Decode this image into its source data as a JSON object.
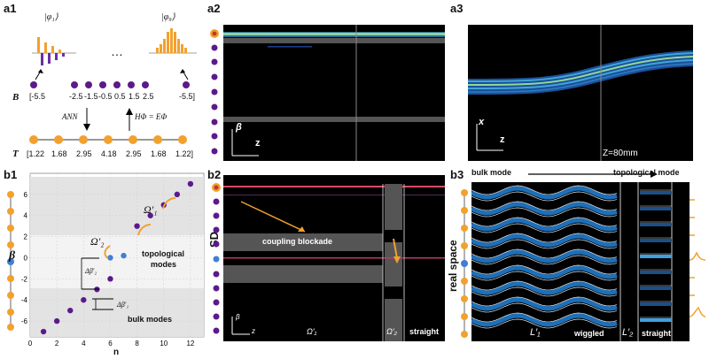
{
  "panels": {
    "a1": "a1",
    "a2": "a2",
    "a3": "a3",
    "b1": "b1",
    "b2": "b2",
    "b3": "b3"
  },
  "a1": {
    "phi1": "|φ₁⟩",
    "phi9": "|φ₉⟩",
    "ellipsis": "…",
    "row_b": "B",
    "b_values": [
      "[-5.5",
      "-2.5",
      "-1.5",
      "-0.5",
      "0.5",
      "1.5",
      "2.5",
      "-5.5]"
    ],
    "ann": "ANN",
    "eq": "HΦ = EΦ",
    "row_t": "T",
    "t_values": [
      "[1.22",
      "1.68",
      "2.95",
      "4.18",
      "2.95",
      "1.68",
      "1.22]"
    ]
  },
  "a2": {
    "beta": "β",
    "z": "z"
  },
  "a3": {
    "x": "x",
    "z": "z",
    "zlabel": "Z=80mm"
  },
  "b1": {
    "ylabel": "β",
    "xlabel": "n",
    "omega1": "Ω′₁",
    "omega2": "Ω′₂",
    "dbeta2": "Δβ′₂",
    "dbeta1": "Δβ′₁",
    "topo": "topological",
    "modes": "modes",
    "bulk": "bulk modes",
    "yticks": [
      "6",
      "4",
      "2",
      "0",
      "-2",
      "-4",
      "-6"
    ],
    "xticks": [
      "0",
      "2",
      "4",
      "6",
      "8",
      "10",
      "12"
    ]
  },
  "b2": {
    "sd": "SD",
    "blockade": "coupling blockade",
    "beta": "β",
    "z": "z",
    "omega1": "Ω′₁",
    "omega2": "Ω′₂",
    "straight": "straight"
  },
  "b3": {
    "bulk": "bulk mode",
    "topo": "topological mode",
    "real": "real space",
    "l1": "L′₁",
    "wiggled": "wiggled",
    "l2": "L′₂",
    "straight": "straight"
  },
  "chart_data": {
    "type": "scatter",
    "xlabel": "n",
    "ylabel": "β",
    "xlim": [
      0,
      13
    ],
    "ylim": [
      -7.5,
      8
    ],
    "series": [
      {
        "name": "bulk modes",
        "x": [
          1,
          2,
          3,
          4,
          5,
          6,
          8,
          9,
          10,
          11,
          12
        ],
        "y": [
          -7,
          -6,
          -5,
          -4,
          -3,
          -2,
          3,
          4,
          5,
          6,
          7
        ],
        "color": "#5b1a8c"
      },
      {
        "name": "topological modes",
        "x": [
          6,
          7
        ],
        "y": [
          0,
          0.2
        ],
        "color": "#3f7fd6"
      }
    ]
  }
}
